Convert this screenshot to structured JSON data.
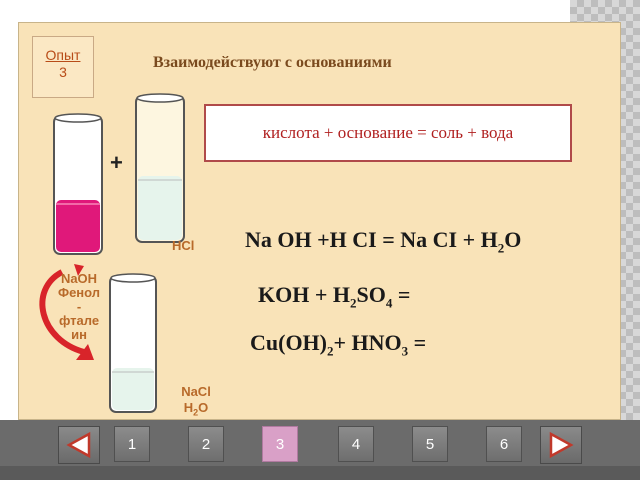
{
  "experiment": {
    "label": "Опыт",
    "number": "3"
  },
  "title": "Взаимодействуют с  основаниями",
  "word_equation": "кислота  + основание = соль + вода",
  "plus_sign": "+",
  "equations": {
    "eq1": {
      "main": "Na OH +H CI = Na CI + H",
      "sub": "2",
      "tail": "O"
    },
    "eq2": {
      "a": "KOH + H",
      "s1": "2",
      "b": "SO",
      "s2": "4",
      "c": " ="
    },
    "eq3": {
      "a": "Cu(OH)",
      "s1": "2",
      "b": "+ HNO",
      "s2": "3",
      "c": " ="
    }
  },
  "labels": {
    "hcl": "HCl",
    "naoh_lines": [
      "NaOH",
      "Фенол",
      "-",
      "фтале",
      "ин"
    ],
    "nacl": "NaCl",
    "water_main": "H",
    "water_sub": "2",
    "water_tail": "O"
  },
  "colors": {
    "slide_bg": "#f9e3b8",
    "pink_liquid": "#e0187a",
    "light_liquid": "#e6f4ec",
    "arrow_red": "#d8242a",
    "active_page": "#d9a0c7"
  },
  "navigation": {
    "prev_icon": "left-triangle",
    "next_icon": "right-triangle",
    "pages": [
      "1",
      "2",
      "3",
      "4",
      "5",
      "6"
    ],
    "active_page": "3"
  }
}
